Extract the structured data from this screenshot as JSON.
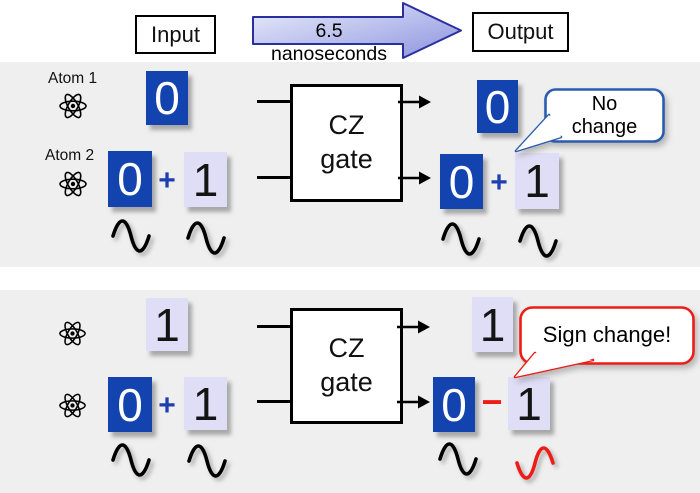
{
  "header": {
    "input_label": "Input",
    "duration_label": "6.5 nanoseconds",
    "output_label": "Output"
  },
  "panel_top": {
    "atom1_label": "Atom 1",
    "atom2_label": "Atom 2",
    "gate_line1": "CZ",
    "gate_line2": "gate",
    "input": {
      "atom1_state": "0",
      "atom2_state_left": "0",
      "atom2_operator": "+",
      "atom2_state_right": "1"
    },
    "output": {
      "atom1_state": "0",
      "atom2_state_left": "0",
      "atom2_operator": "+",
      "atom2_state_right": "1"
    },
    "callout": "No change"
  },
  "panel_bottom": {
    "gate_line1": "CZ",
    "gate_line2": "gate",
    "input": {
      "atom1_state": "1",
      "atom2_state_left": "0",
      "atom2_operator": "+",
      "atom2_state_right": "1"
    },
    "output": {
      "atom1_state": "1",
      "atom2_state_left": "0",
      "atom2_operator": "−",
      "atom2_state_right": "1"
    },
    "callout": "Sign change!"
  },
  "colors": {
    "state_zero_fill": "#1243ae",
    "state_one_fill": "#dfdef6",
    "callout_blue_border": "#2b5cad",
    "accent_red": "#ed1c16",
    "plus_blue": "#1f3fae",
    "panel_background": "#efefef",
    "arrow_border": "#2a2f9e"
  }
}
